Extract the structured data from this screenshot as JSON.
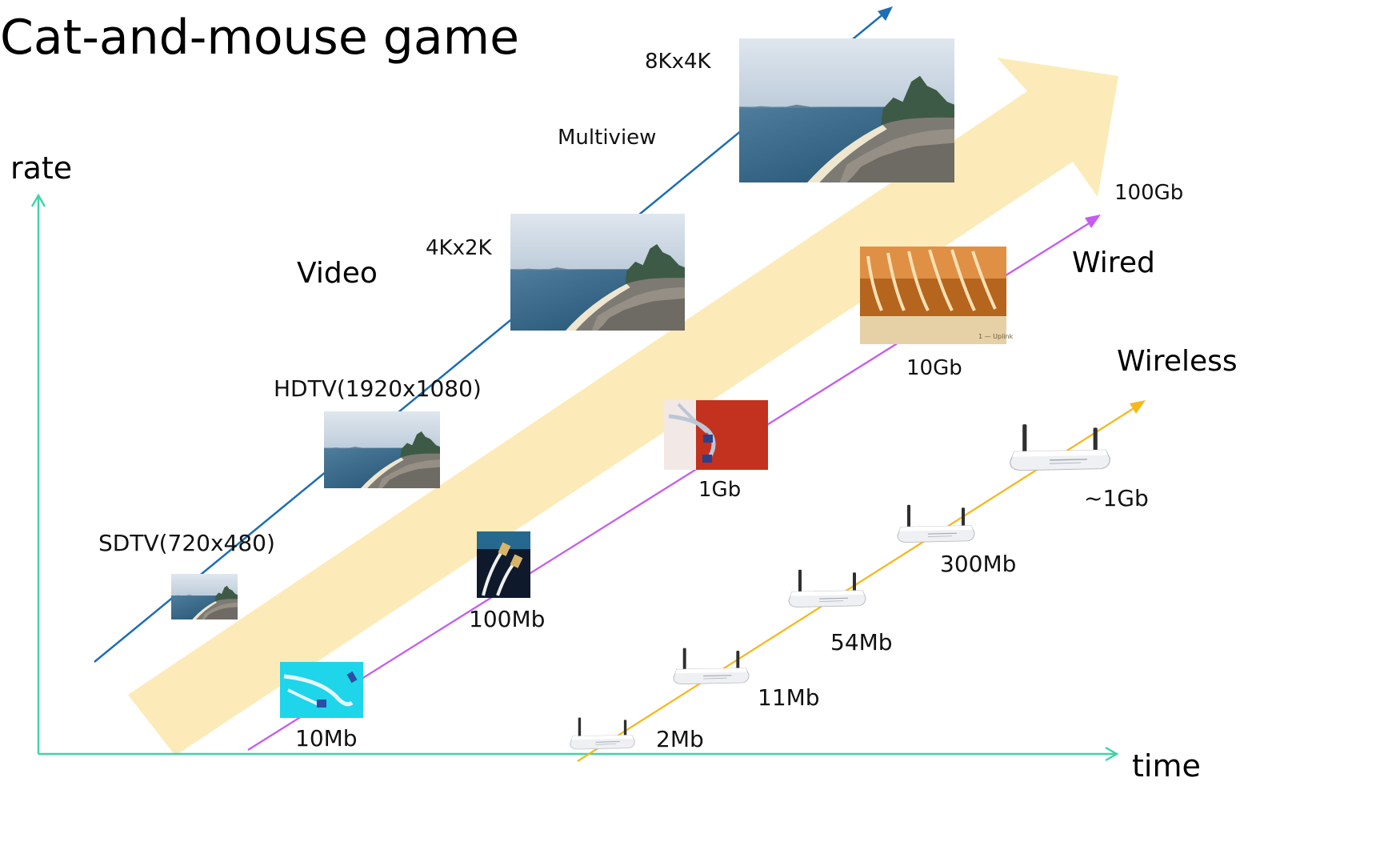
{
  "title": "Cat-and-mouse game",
  "axes": {
    "y_label": "rate",
    "x_label": "time"
  },
  "colors": {
    "axis": "#3fd3a6",
    "video_line": "#1e6db5",
    "wired_line": "#c55bf0",
    "wireless_line": "#f5b91e",
    "big_arrow": "#fcebb8"
  },
  "video": {
    "group_label": "Video",
    "items": [
      {
        "label": "SDTV(720x480)",
        "icon": "coastline-photo-icon"
      },
      {
        "label": "HDTV(1920x1080)",
        "icon": "coastline-photo-icon"
      },
      {
        "label": "4Kx2K",
        "icon": "coastline-photo-icon"
      },
      {
        "label": "Multiview",
        "icon": "coastline-photo-icon"
      },
      {
        "label": "8Kx4K",
        "icon": "coastline-photo-icon"
      }
    ]
  },
  "wired": {
    "group_label": "Wired",
    "items": [
      {
        "label": "10Mb",
        "icon": "ethernet-cable-icon"
      },
      {
        "label": "100Mb",
        "icon": "ethernet-cable-icon"
      },
      {
        "label": "1Gb",
        "icon": "ethernet-cable-icon"
      },
      {
        "label": "10Gb",
        "icon": "network-switch-ports-icon"
      },
      {
        "label": "100Gb"
      }
    ]
  },
  "wireless": {
    "group_label": "Wireless",
    "items": [
      {
        "label": "2Mb",
        "icon": "wifi-router-icon"
      },
      {
        "label": "11Mb",
        "icon": "wifi-router-icon"
      },
      {
        "label": "54Mb",
        "icon": "wifi-router-icon"
      },
      {
        "label": "300Mb",
        "icon": "wifi-router-icon"
      },
      {
        "label": "~1Gb",
        "icon": "wifi-router-icon"
      }
    ]
  }
}
